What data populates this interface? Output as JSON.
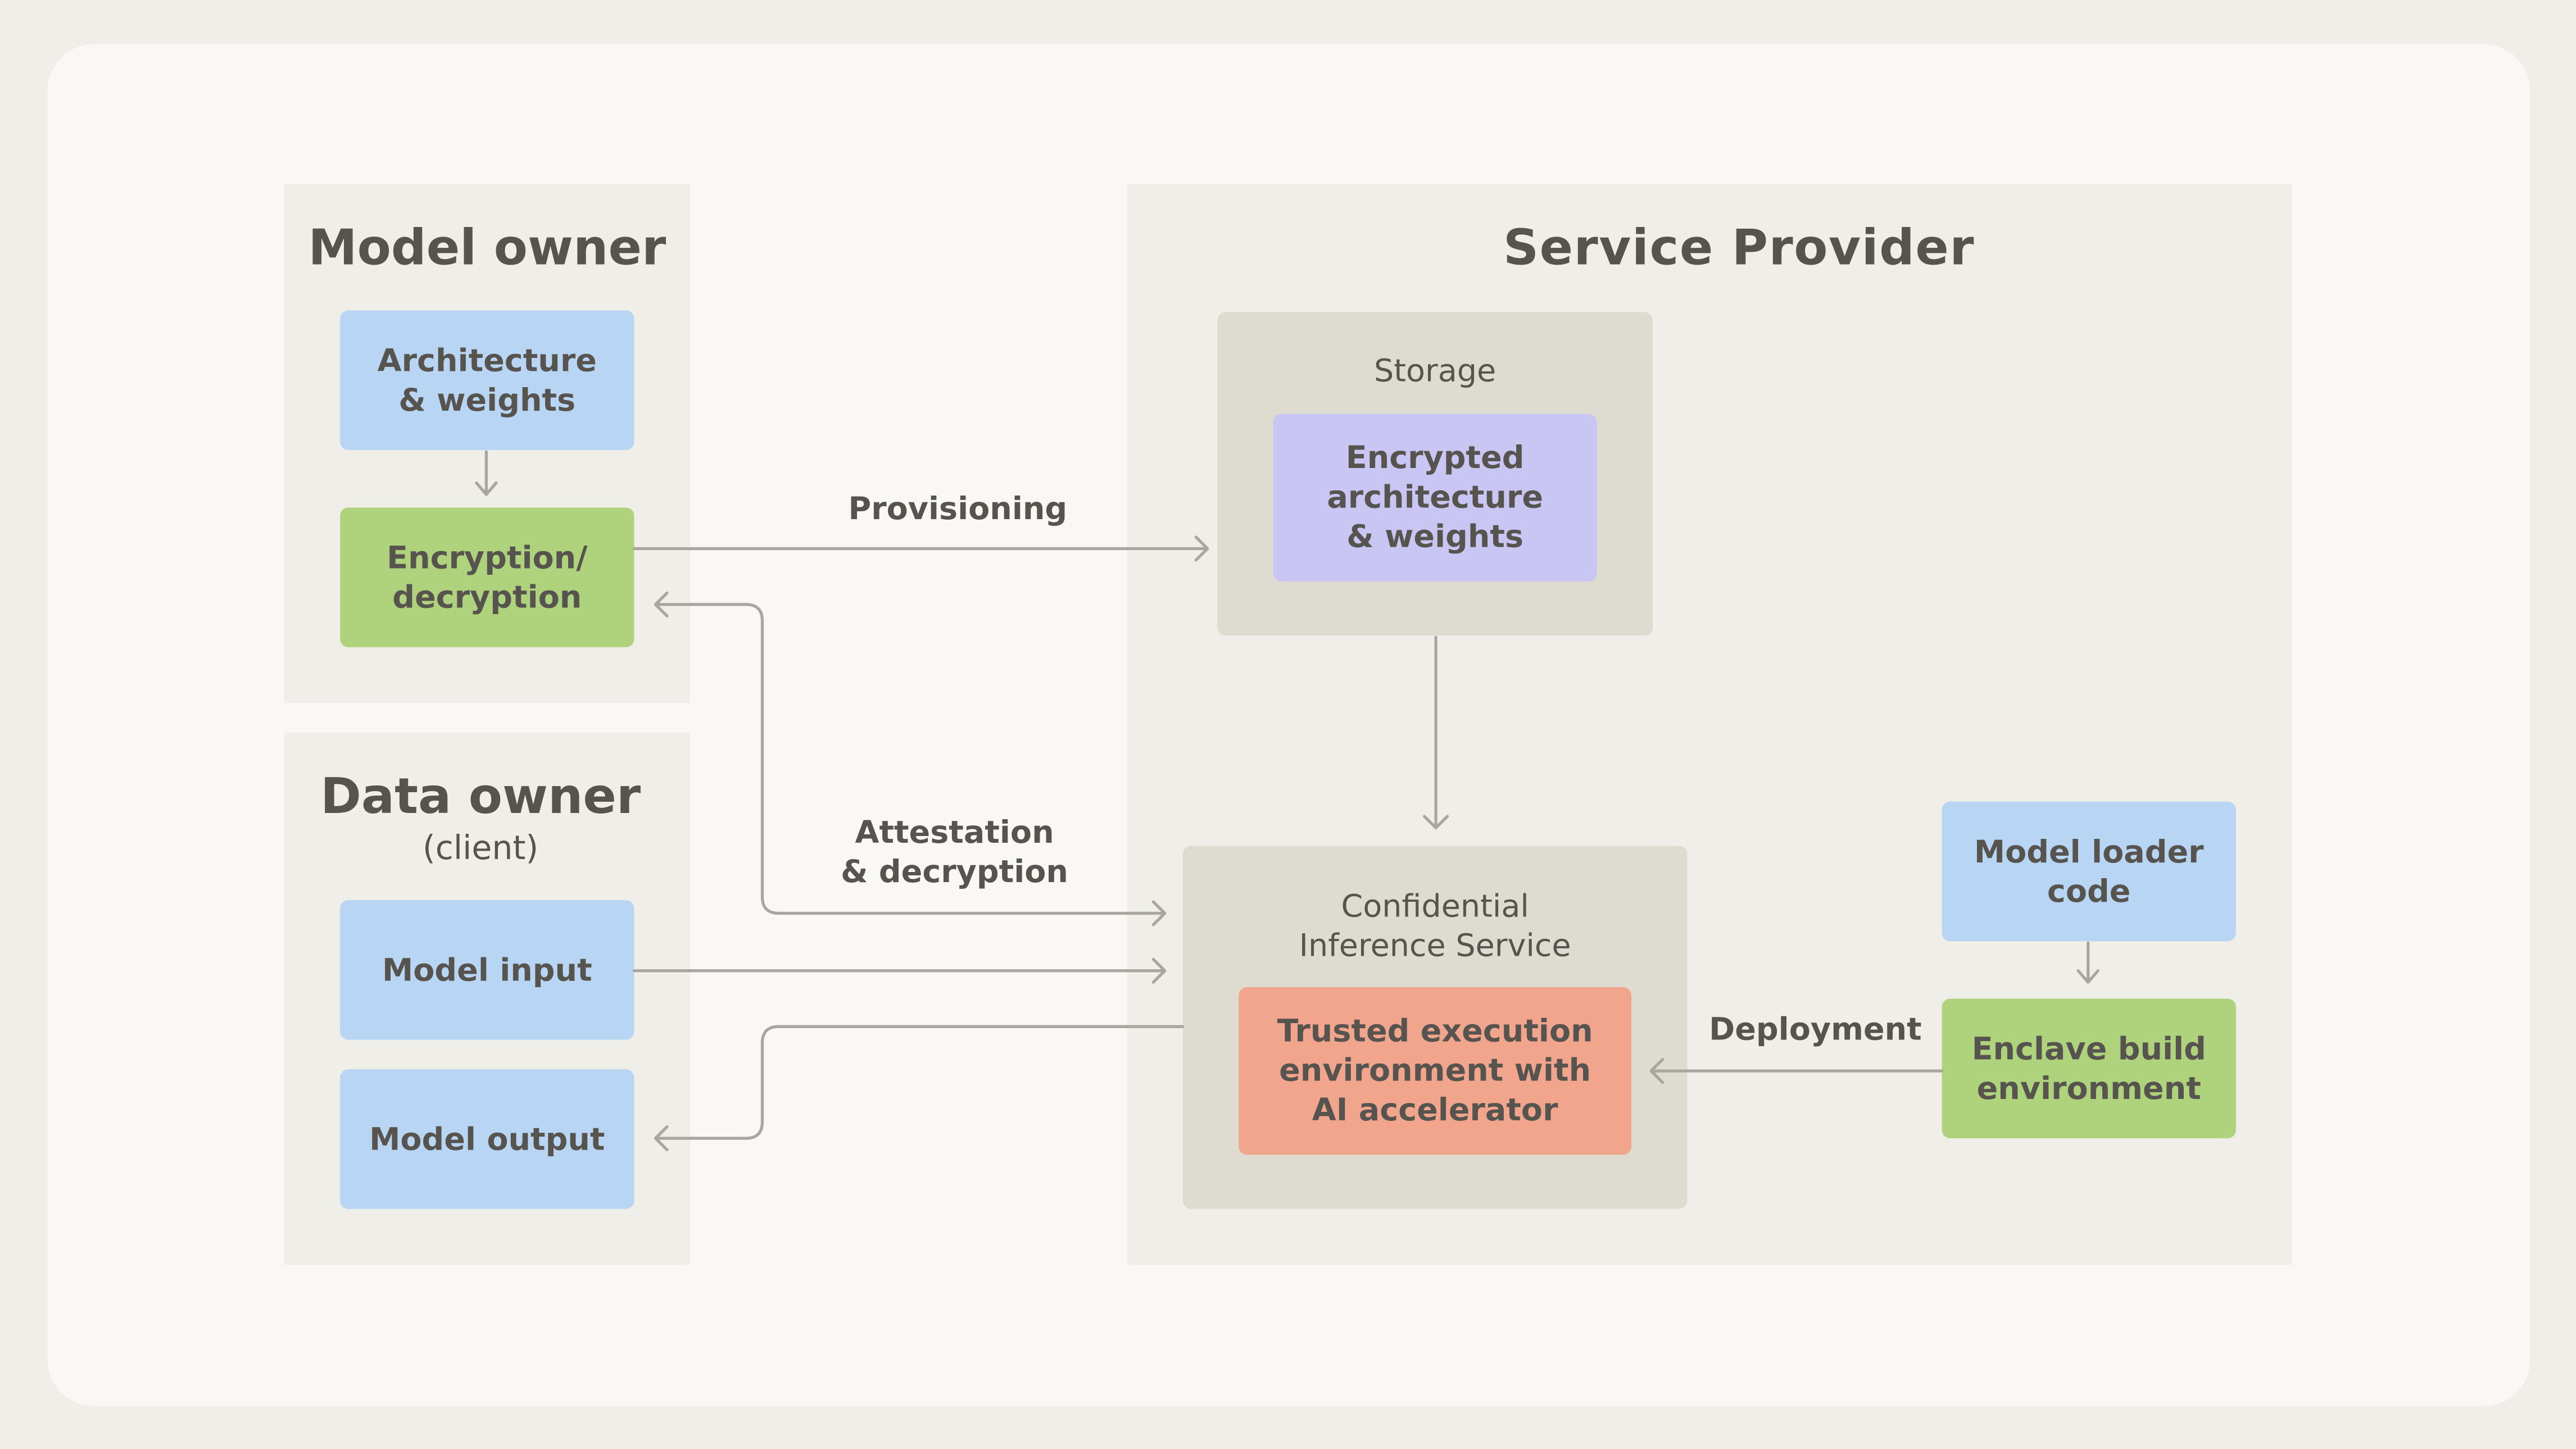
{
  "model_owner": {
    "title": "Model owner",
    "architecture_weights": "Architecture\n& weights",
    "encryption_decryption": "Encryption/\ndecryption"
  },
  "data_owner": {
    "title": "Data owner",
    "subtitle": "(client)",
    "model_input": "Model input",
    "model_output": "Model output"
  },
  "service_provider": {
    "title": "Service Provider",
    "storage": {
      "title": "Storage",
      "encrypted": "Encrypted\narchitecture\n& weights"
    },
    "confidential_inference": {
      "title": "Confidential\nInference Service",
      "tee": "Trusted execution\nenvironment with\nAI accelerator"
    },
    "model_loader_code": "Model loader\ncode",
    "enclave_build": "Enclave build\nenvironment"
  },
  "edges": {
    "provisioning": "Provisioning",
    "attestation": "Attestation\n& decryption",
    "deployment": "Deployment"
  },
  "colors": {
    "outer_background": "#f0eee8",
    "inner_background": "#f9f8f5",
    "panel": "#f0eee8",
    "group": "#dedbd0",
    "blue": "#b8d6f3",
    "green": "#afd37c",
    "purple": "#c9c6f4",
    "salmon": "#f2a58d",
    "text": "#575450",
    "arrow": "#a9a5a0"
  }
}
